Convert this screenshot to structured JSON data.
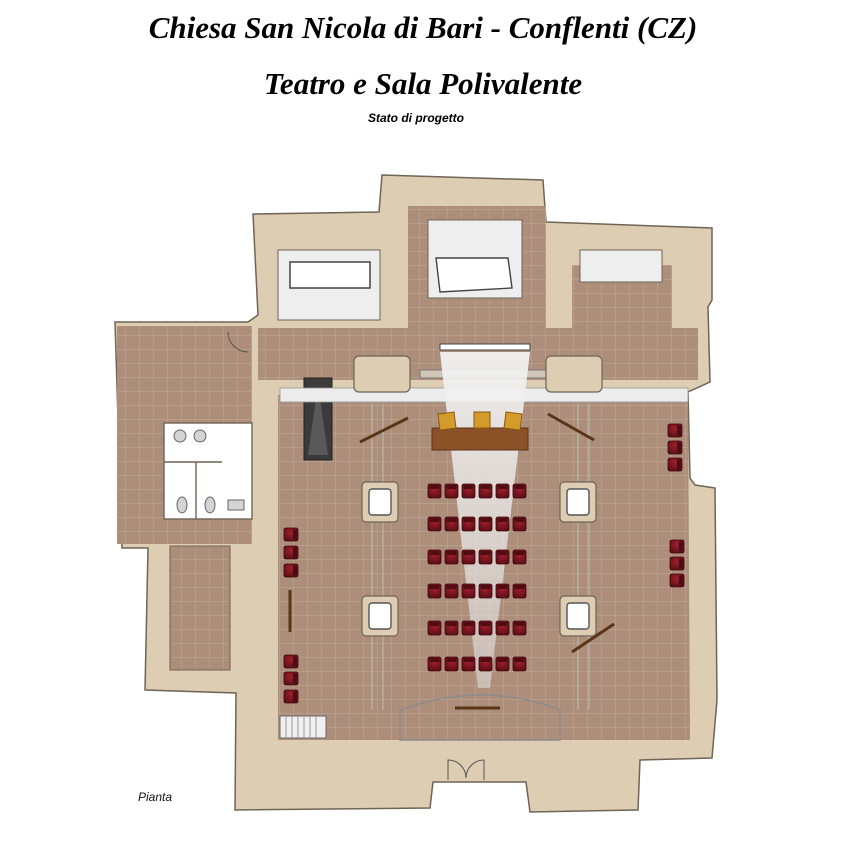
{
  "header": {
    "title": "Chiesa San Nicola di Bari - Conflenti (CZ)",
    "subtitle": "Teatro e Sala Polivalente",
    "status": "Stato di progetto"
  },
  "plan": {
    "caption": "Pianta",
    "colors": {
      "wall": "#dccdb3",
      "wall_outline": "#6f6456",
      "floor": "#ad8e7b",
      "floor_grid": "#c4ab9a",
      "seat": "#7a1520",
      "seat_dark": "#4e0c13",
      "stage_wood": "#8a5226",
      "chair_gold": "#d49a2a",
      "light_beam": "#e6e6e6"
    },
    "icons": [
      "audience-seat-icon",
      "stage-chair-icon",
      "toilet-icon",
      "sink-icon",
      "stair-icon",
      "door-icon"
    ]
  }
}
